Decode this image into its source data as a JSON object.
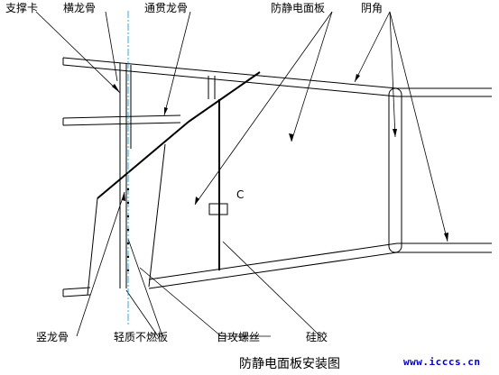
{
  "labels": {
    "support_clip": "支撑卡",
    "horizontal_keel": "横龙骨",
    "through_keel": "通贯龙骨",
    "antistatic_panel": "防静电面板",
    "inner_corner": "阴角",
    "vertical_keel": "竖龙骨",
    "light_board": "轻质不燃板",
    "self_tapping_screw": "自攻螺丝",
    "silicone": "硅胶",
    "point_c": "C"
  },
  "caption": "防静电面板安装图",
  "watermark": "www.icccs.cn",
  "colors": {
    "line": "#000000",
    "centerline": "#0099cc",
    "watermark": "#0000cc"
  }
}
